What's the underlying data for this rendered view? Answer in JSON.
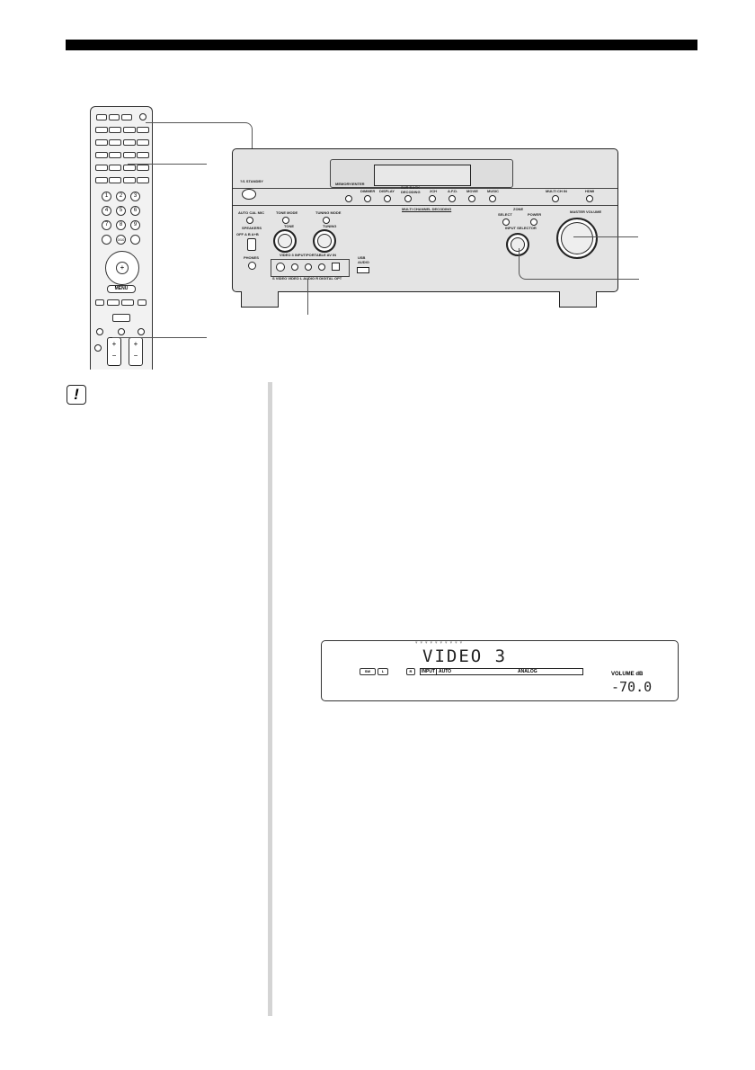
{
  "note_icon": "exclamation-icon",
  "receiver": {
    "standby": "?/1 STANDBY",
    "top_buttons": [
      "MEMORY/ENTER",
      "DIMMER",
      "DISPLAY",
      "SUR BACK DECODING",
      "2CH",
      "A.F.D.",
      "MOVIE",
      "MUSIC"
    ],
    "right_buttons": [
      "MULTI CH IN",
      "HDMI"
    ],
    "multi_channel": "MULTI CHANNEL DECODING",
    "auto_cal": "AUTO CAL MIC",
    "tone_mode": "TONE MODE",
    "tone": "TONE",
    "tuning_mode": "TUNING MODE",
    "tuning": "TUNING",
    "speakers": "SPEAKERS",
    "speakers_positions": "OFF A B A+B",
    "phones": "PHONES",
    "video3_in": "VIDEO 3 INPUT/PORTABLE AV IN",
    "video3_jacks": "S VIDEO  VIDEO  L AUDIO R  DIGITAL OPT",
    "usb": "USB AUDIO",
    "zone": "ZONE",
    "zone_select": "SELECT",
    "zone_power": "POWER",
    "input_selector": "INPUT SELECTOR",
    "master_volume": "MASTER VOLUME"
  },
  "remote": {
    "numbers": [
      "1",
      "2",
      "3",
      "4",
      "5",
      "6",
      "7",
      "8",
      "9",
      "",
      "0/10",
      ""
    ],
    "menu": "MENU",
    "plus": "+",
    "minus": "−"
  },
  "display": {
    "input_name": "VIDEO 3",
    "sw": "SW",
    "l": "L",
    "r": "R",
    "input": "INPUT",
    "auto": "AUTO",
    "analog": "ANALOG",
    "volume_label": "VOLUME dB",
    "volume_value": "-70.0"
  }
}
